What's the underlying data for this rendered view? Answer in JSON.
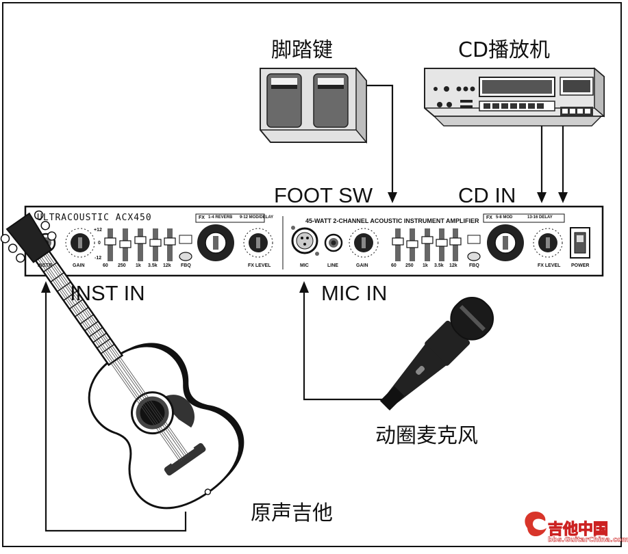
{
  "devices": {
    "footswitch": {
      "label": "脚踏键"
    },
    "cd_player": {
      "label": "CD播放机"
    },
    "microphone": {
      "label": "动圈麦克风"
    },
    "guitar": {
      "label": "原声吉他"
    }
  },
  "connections": {
    "foot_sw": "FOOT SW",
    "cd_in": "CD IN",
    "inst_in": "INST IN",
    "mic_in": "MIC IN"
  },
  "amplifier": {
    "model": "ULTRACOUSTIC ACX450",
    "subtitle": "45-WATT 2-CHANNEL ACOUSTIC INSTRUMENT AMPLIFIER",
    "ch1": {
      "instr": "INSTR",
      "gain": "GAIN",
      "eq_bands": [
        "60",
        "250",
        "1k",
        "3.5k",
        "12k"
      ],
      "eq_top": "+12",
      "eq_mid": "0",
      "eq_bottom": "-12",
      "fbq": "FBQ",
      "fx_level": "FX LEVEL"
    },
    "ch2": {
      "mic": "MIC",
      "line": "LINE",
      "gain": "GAIN",
      "eq_bands": [
        "60",
        "250",
        "1k",
        "3.5k",
        "12k"
      ],
      "fbq": "FBQ",
      "fx_level": "FX LEVEL"
    },
    "fx_title": "FX",
    "fx_presets": [
      "1-4 REVERB",
      "5-8 MOD",
      "9-12 MOD/DELAY",
      "13-16 DELAY"
    ],
    "power": "POWER"
  },
  "watermark": {
    "brand": "吉他中国",
    "url": "bbs.GuitarChina.com"
  }
}
